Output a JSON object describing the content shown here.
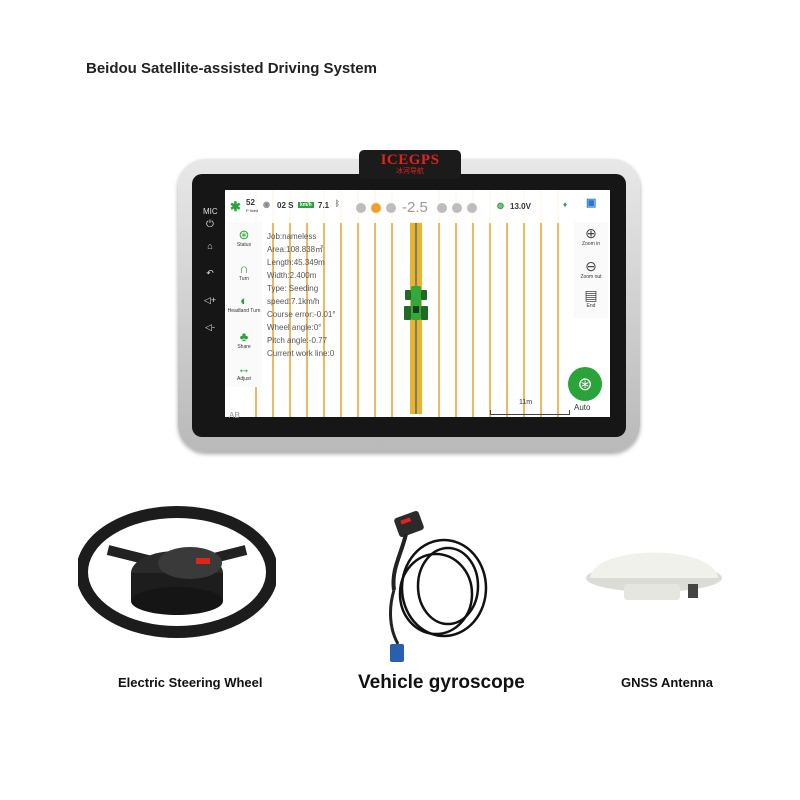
{
  "page": {
    "title": "Beidou Satellite-assisted Driving System"
  },
  "device": {
    "logo": "ICEGPS",
    "logo_sub": "冰河导航"
  },
  "status_bar": {
    "satellites": "52",
    "satellites_sub": "P fixed",
    "signal": "02 S",
    "speed_unit": "km/h",
    "speed_value": "7.1",
    "course_offset": "-2.5",
    "voltage": "13.0V"
  },
  "left_menu": [
    {
      "label": "Status",
      "icon": "steering-wheel-icon"
    },
    {
      "label": "Turn",
      "icon": "u-turn-icon"
    },
    {
      "label": "Headland Turn",
      "icon": "toggle-icon"
    },
    {
      "label": "Share",
      "icon": "share-icon"
    },
    {
      "label": "Adjust",
      "icon": "adjust-icon"
    }
  ],
  "job_info": [
    "Job:nameless",
    "Area:108.838㎡",
    "Length:45.349m",
    "Width:2.400m",
    "Type: Seeding",
    "speed:7.1km/h",
    "Course error:-0.01°",
    "Wheel angle:0°",
    "Pitch angle:-0.77",
    "Current work line:0"
  ],
  "right_menu": [
    {
      "label": "Zoom in",
      "icon": "zoom-in-icon"
    },
    {
      "label": "Zoom out",
      "icon": "zoom-out-icon"
    },
    {
      "label": "End",
      "icon": "end-icon"
    }
  ],
  "map": {
    "scale_label": "11m",
    "ab_label": "AB"
  },
  "auto_button": {
    "label": "Auto"
  },
  "products": [
    {
      "caption": "Electric Steering Wheel"
    },
    {
      "caption": "Vehicle gyroscope"
    },
    {
      "caption": "GNSS Antenna"
    }
  ],
  "colors": {
    "accent_green": "#2aa43a",
    "guide_yellow": "#e8b42a",
    "logo_red": "#e0241c"
  }
}
